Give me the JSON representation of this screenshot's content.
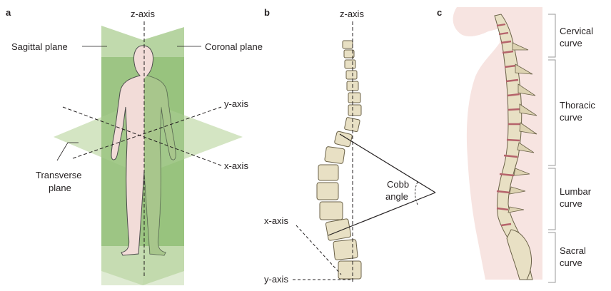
{
  "panels": [
    {
      "letter": "a",
      "labels": {
        "z_axis": "z-axis",
        "sagittal_plane": "Sagittal plane",
        "coronal_plane": "Coronal plane",
        "y_axis": "y-axis",
        "x_axis": "x-axis",
        "transverse_line1": "Transverse",
        "transverse_line2": "plane"
      }
    },
    {
      "letter": "b",
      "labels": {
        "z_axis": "z-axis",
        "cobb_line1": "Cobb",
        "cobb_line2": "angle",
        "x_axis": "x-axis",
        "y_axis": "y-axis"
      }
    },
    {
      "letter": "c",
      "labels": {
        "cervical_line1": "Cervical",
        "cervical_line2": "curve",
        "thoracic_line1": "Thoracic",
        "thoracic_line2": "curve",
        "lumbar_line1": "Lumbar",
        "lumbar_line2": "curve",
        "sacral_line1": "Sacral",
        "sacral_line2": "curve"
      }
    }
  ],
  "colors": {
    "plane_green": "#8fbf73",
    "plane_green_light": "#c9ddb6",
    "body_pink": "#f2dcd8",
    "vertebra_bone": "#e8e0c4",
    "vertebra_outline": "#6b6248",
    "disc_red": "#b5636b",
    "silhouette": "#f7e4e1",
    "text": "#231f20"
  }
}
